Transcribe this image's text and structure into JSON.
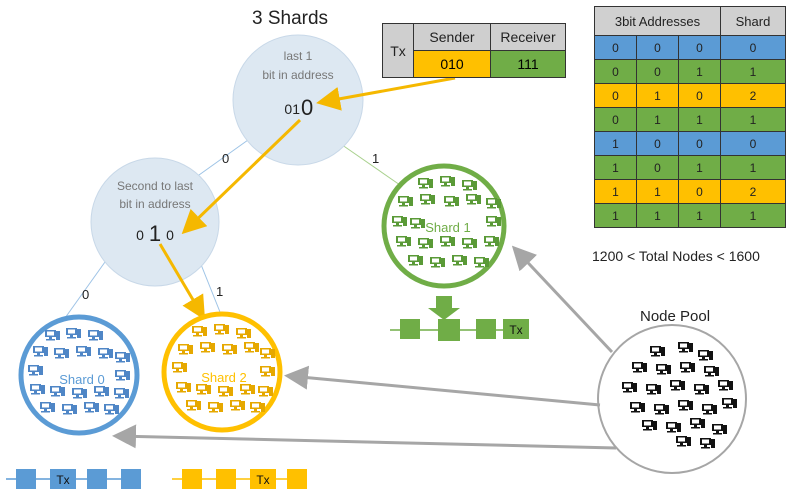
{
  "title": "3 Shards",
  "tx_table": {
    "label": "Tx",
    "sender_header": "Sender",
    "receiver_header": "Receiver",
    "sender_value": "010",
    "receiver_value": "111"
  },
  "address_table": {
    "headers": [
      "3bit  Addresses",
      "Shard"
    ],
    "rows": [
      [
        "0",
        "0",
        "0",
        "0"
      ],
      [
        "0",
        "0",
        "1",
        "1"
      ],
      [
        "0",
        "1",
        "0",
        "2"
      ],
      [
        "0",
        "1",
        "1",
        "1"
      ],
      [
        "1",
        "0",
        "0",
        "0"
      ],
      [
        "1",
        "0",
        "1",
        "1"
      ],
      [
        "1",
        "1",
        "0",
        "2"
      ],
      [
        "1",
        "1",
        "1",
        "1"
      ]
    ]
  },
  "total_nodes": "1200 < Total Nodes < 1600",
  "root_node": {
    "line1": "last 1",
    "line2": "bit in address",
    "addr_prefix": "01",
    "addr_bit": "0"
  },
  "second_node": {
    "line1": "Second to last",
    "line2": "bit in address",
    "addr_left": "0",
    "addr_mid": "1",
    "addr_right": "0"
  },
  "edge_labels": {
    "root_left": "0",
    "root_right": "1",
    "second_left": "0",
    "second_right": "1"
  },
  "shards": {
    "shard0": "Shard 0",
    "shard1": "Shard 1",
    "shard2": "Shard 2"
  },
  "node_pool": "Node Pool",
  "chain_tx": "Tx",
  "colors": {
    "blue": "#5b9bd5",
    "green": "#70ad47",
    "yellow": "#ffc000",
    "arrow_gold": "#f5b800",
    "grey": "#a6a6a6"
  }
}
